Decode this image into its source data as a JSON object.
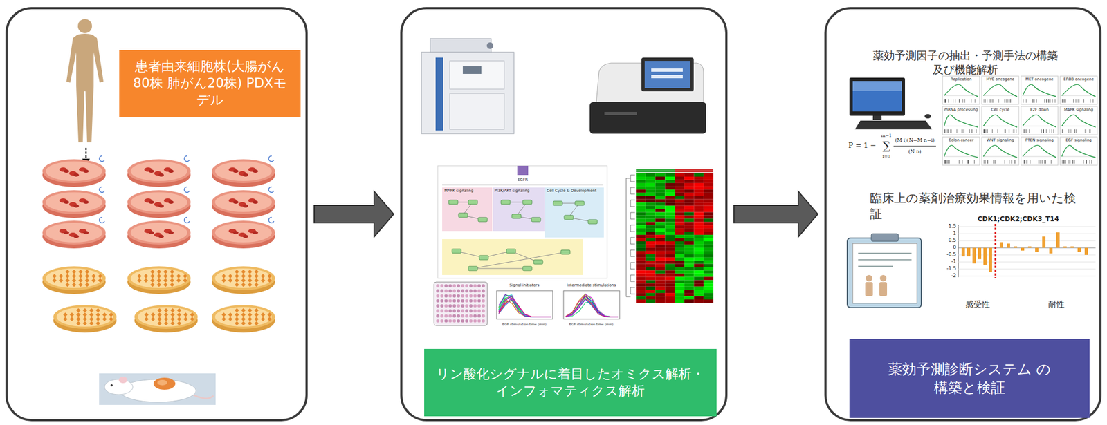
{
  "diagram": {
    "nodes": [
      {
        "text": []
      },
      {
        "text": [
          "患者由来細胞株(大腸がん80株 肺がん20株) PDXモデル"
        ],
        "in": 0
      },
      {
        "text": []
      },
      {
        "text": [
          "リン酸化シグナルに着目したオミクス解析・ インフォマティクス解析"
        ],
        "in": 2
      },
      {
        "text": [
          "薬効予測因子の抽出・予測手法の構築及び機能解析",
          "臨床上の薬剤治療効果情報を用いた検証"
        ]
      },
      {
        "text": [
          "薬効予測診断システム の構築と検証"
        ],
        "in": 4
      }
    ],
    "edges": [
      {
        "from": 0,
        "to": 2,
        "arrow": "to"
      },
      {
        "from": 2,
        "to": 4,
        "arrow": "to"
      }
    ],
    "labels": [
      "EGFR",
      "MAPK signaling",
      "PI3K/AKT signaling",
      "Cell Cycle & Development",
      "Signal initiators",
      "EGF stimulation time (min)",
      "Intermediate stimulations",
      "EGF stimulation time (min)",
      "P = 1 −",
      "m−1",
      "∑",
      "i=0",
      "(M i)(N−M n−i)",
      "(N n)",
      "Replication",
      "MYC oncogene",
      "MET oncogene",
      "ERBB oncogene",
      "mRNA processing",
      "Cell cycle",
      "E2F down",
      "MAPK signaling",
      "Colon cancer",
      "WNT signaling",
      "PTEN signaling",
      "EGF signaling",
      "CDK1;CDK2;CDK3_T14",
      "1.5",
      "1",
      "0.5",
      "0",
      "-0.5",
      "-1",
      "-1.5",
      "-2",
      "感受性",
      "耐性"
    ]
  }
}
